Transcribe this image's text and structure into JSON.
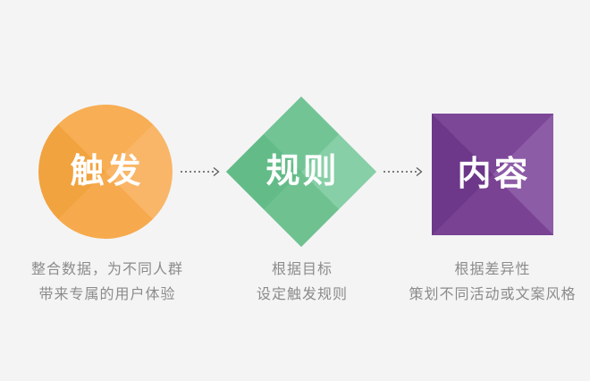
{
  "diagram": {
    "type": "flow",
    "direction": "left-to-right"
  },
  "steps": [
    {
      "shape": "circle",
      "label": "触发",
      "desc_line1": "整合数据，为不同人群",
      "desc_line2": "带来专属的用户体验"
    },
    {
      "shape": "diamond",
      "label": "规则",
      "desc_line1": "根据目标",
      "desc_line2": "设定触发规则"
    },
    {
      "shape": "square",
      "label": "内容",
      "desc_line1": "根据差异性",
      "desc_line2": "策划不同活动或文案风格"
    }
  ],
  "connectors": [
    {
      "style": "dashed-arrow",
      "from": "触发",
      "to": "规则"
    },
    {
      "style": "dashed-arrow",
      "from": "规则",
      "to": "内容"
    }
  ],
  "colors": {
    "background": "#f4f4f5",
    "label-text": "#ffffff",
    "desc-text": "#8b8b8b",
    "arrow-color": "#555555",
    "circle-top": "#f7ae54",
    "circle-right": "#f9b668",
    "circle-bottom": "#f6aa4d",
    "circle-left": "#f1a33f",
    "diamond-top": "#72c495",
    "diamond-right": "#87cfa6",
    "diamond-bottom": "#6fc290",
    "diamond-left": "#63bc88",
    "square-top": "#7d4798",
    "square-right": "#8d5ca7",
    "square-bottom": "#7a4292",
    "square-left": "#6d3889"
  }
}
